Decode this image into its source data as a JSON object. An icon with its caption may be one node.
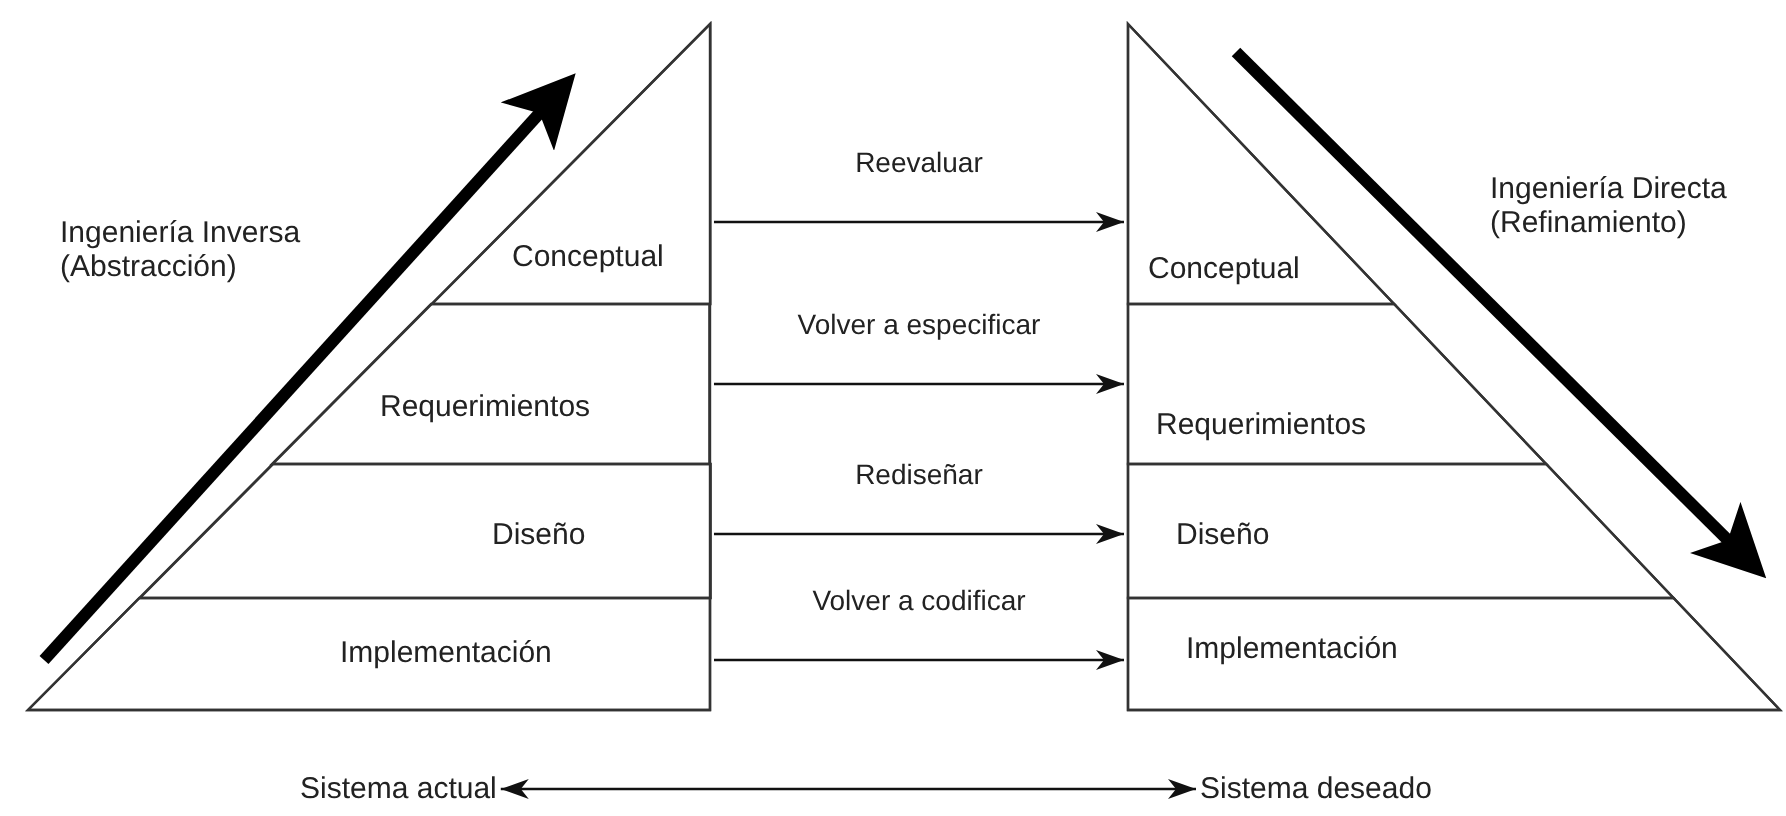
{
  "diagram": {
    "nodes": [
      {
        "text": [],
        "shape": "triangle"
      },
      {
        "text": [
          "Conceptual"
        ],
        "in": 0
      },
      {
        "text": [
          "Requerimientos"
        ],
        "in": 0
      },
      {
        "text": [
          "Diseño"
        ],
        "in": 0
      },
      {
        "text": [
          "Implementación"
        ],
        "in": 0
      },
      {
        "text": [],
        "shape": "triangle"
      },
      {
        "text": [
          "Conceptual"
        ],
        "in": 5
      },
      {
        "text": [
          "Requerimientos"
        ],
        "in": 5
      },
      {
        "text": [
          "Diseño"
        ],
        "in": 5
      },
      {
        "text": [
          "Implementación"
        ],
        "in": 5
      },
      {
        "text": [
          "Sistema actual"
        ]
      },
      {
        "text": [
          "Sistema deseado"
        ]
      }
    ],
    "edges": [
      {
        "from": 1,
        "to": 6,
        "arrow": "to",
        "label": "Reevaluar"
      },
      {
        "from": 2,
        "to": 7,
        "arrow": "to",
        "label": "Volver a especificar"
      },
      {
        "from": 3,
        "to": 8,
        "arrow": "to",
        "label": "Rediseñar"
      },
      {
        "from": 4,
        "to": 9,
        "arrow": "to",
        "label": "Volver a codificar"
      },
      {
        "from": 10,
        "to": 11,
        "arrow": "both"
      }
    ],
    "labels": [
      "Ingeniería Inversa (Abstracción)",
      "Ingeniería Directa (Refinamiento)"
    ]
  }
}
